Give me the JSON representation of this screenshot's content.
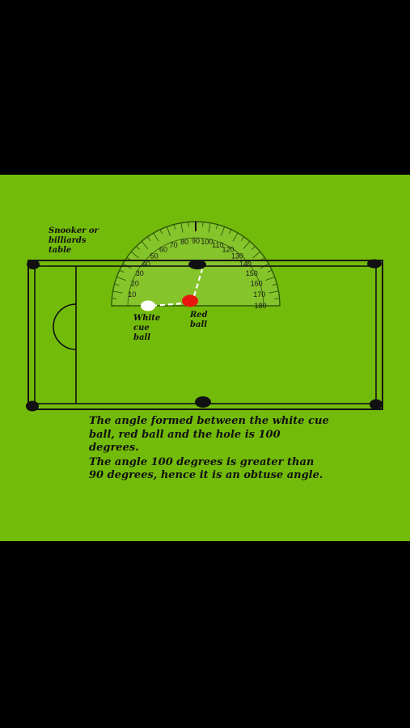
{
  "labels": {
    "table": "Snooker or billiards table",
    "cue_ball": "White cue ball",
    "red_ball": "Red ball"
  },
  "protractor": {
    "tick_labels": [
      "10",
      "20",
      "30",
      "40",
      "50",
      "60",
      "70",
      "80",
      "90",
      "100",
      "110",
      "120",
      "130",
      "140",
      "150",
      "160",
      "170",
      "180"
    ]
  },
  "explanation": {
    "line1": "The angle formed between the white cue ball, red ball and the hole is 100 degrees.",
    "line2": "The angle 100 degrees is greater than 90 degrees, hence it is an obtuse angle."
  },
  "colors": {
    "background": "#000000",
    "table_felt": "#73bb0a",
    "protractor_face": "#86c42c",
    "red_ball": "#e8160d",
    "cue_ball": "#ffffff",
    "line": "#111111"
  }
}
